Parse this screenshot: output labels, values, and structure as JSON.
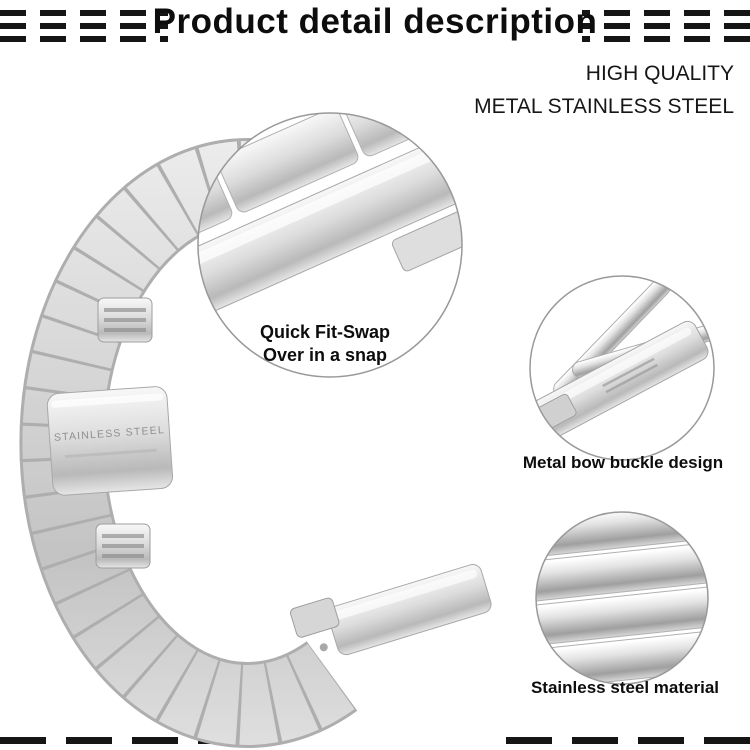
{
  "header": {
    "title": "Product detail description",
    "tagline": [
      "HIGH QUALITY",
      "METAL STAINLESS STEEL"
    ]
  },
  "product": {
    "engraving": "STAINLESS STEEL"
  },
  "callouts": {
    "quick_fit": {
      "line1": "Quick Fit-Swap",
      "line2": "Over in a snap"
    },
    "buckle": {
      "label": "Metal bow buckle design"
    },
    "material": {
      "label": "Stainless steel material"
    }
  },
  "colors": {
    "background": "#ffffff",
    "text": "#111111",
    "circle_border": "#999999",
    "metal_light": "#f2f2f2",
    "metal_mid": "#cccccc",
    "metal_dark": "#a6a6a6"
  }
}
